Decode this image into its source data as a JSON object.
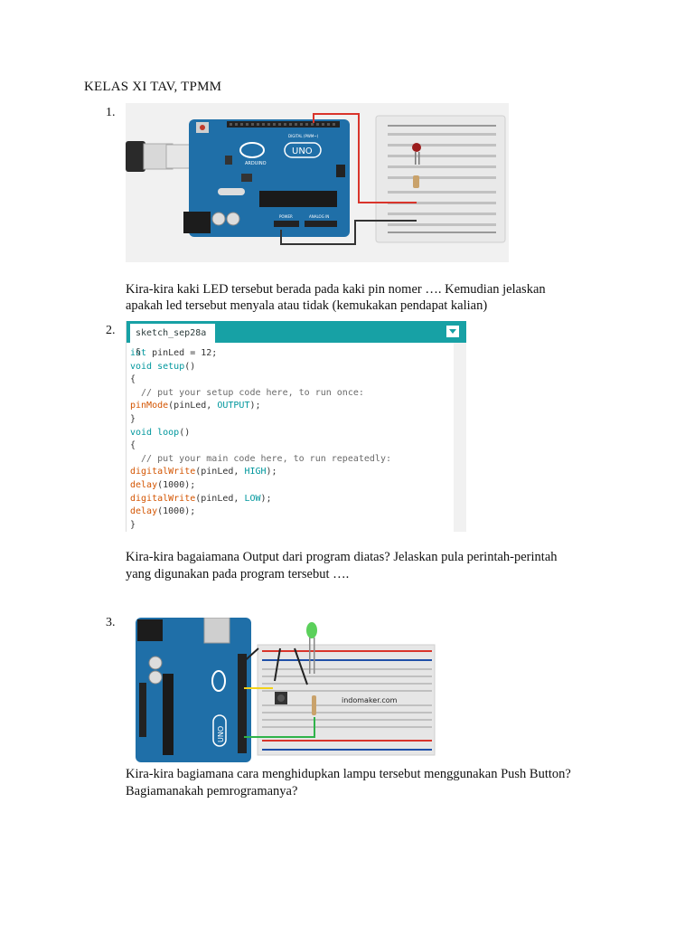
{
  "header": {
    "title": "KELAS XI TAV, TPMM"
  },
  "questions": [
    {
      "number": "1.",
      "text_line1": "Kira-kira kaki LED tersebut berada pada kaki pin nomer …. Kemudian jelaskan",
      "text_line2": "apakah led tersebut menyala atau tidak (kemukakan pendapat kalian)",
      "board_label": "UNO",
      "board_header_digital": "DIGITAL (PWM~)",
      "board_header_power": "POWER",
      "board_header_analog": "ANALOG IN",
      "board_brand": "ARDUINO"
    },
    {
      "number": "2.",
      "editor_tab": "sketch_sep28a §",
      "code_lines": [
        "int pinLed = 12;",
        "void setup()",
        "{",
        "  // put your setup code here, to run once:",
        "pinMode(pinLed, OUTPUT);",
        "}",
        "void loop()",
        "{",
        "  // put your main code here, to run repeatedly:",
        "digitalWrite(pinLed, HIGH);",
        "delay(1000);",
        "digitalWrite(pinLed, LOW);",
        "delay(1000);",
        "}"
      ],
      "text_line1": "Kira-kira bagaiamana Output dari program diatas? Jelaskan pula perintah-perintah",
      "text_line2": "yang digunakan pada program tersebut …."
    },
    {
      "number": "3.",
      "watermark": "indomaker.com",
      "board_label": "UNO",
      "text_line1": "Kira-kira bagiamana cara menghidupkan lampu tersebut menggunakan Push Button?",
      "text_line2": "Bagiamanakah pemrogramanya?"
    }
  ],
  "colors": {
    "board_blue": "#1f6fa8",
    "editor_teal": "#17a1a5",
    "wire_red": "#d9342b",
    "wire_green": "#2fb34a",
    "wire_yellow": "#f2d21b"
  }
}
